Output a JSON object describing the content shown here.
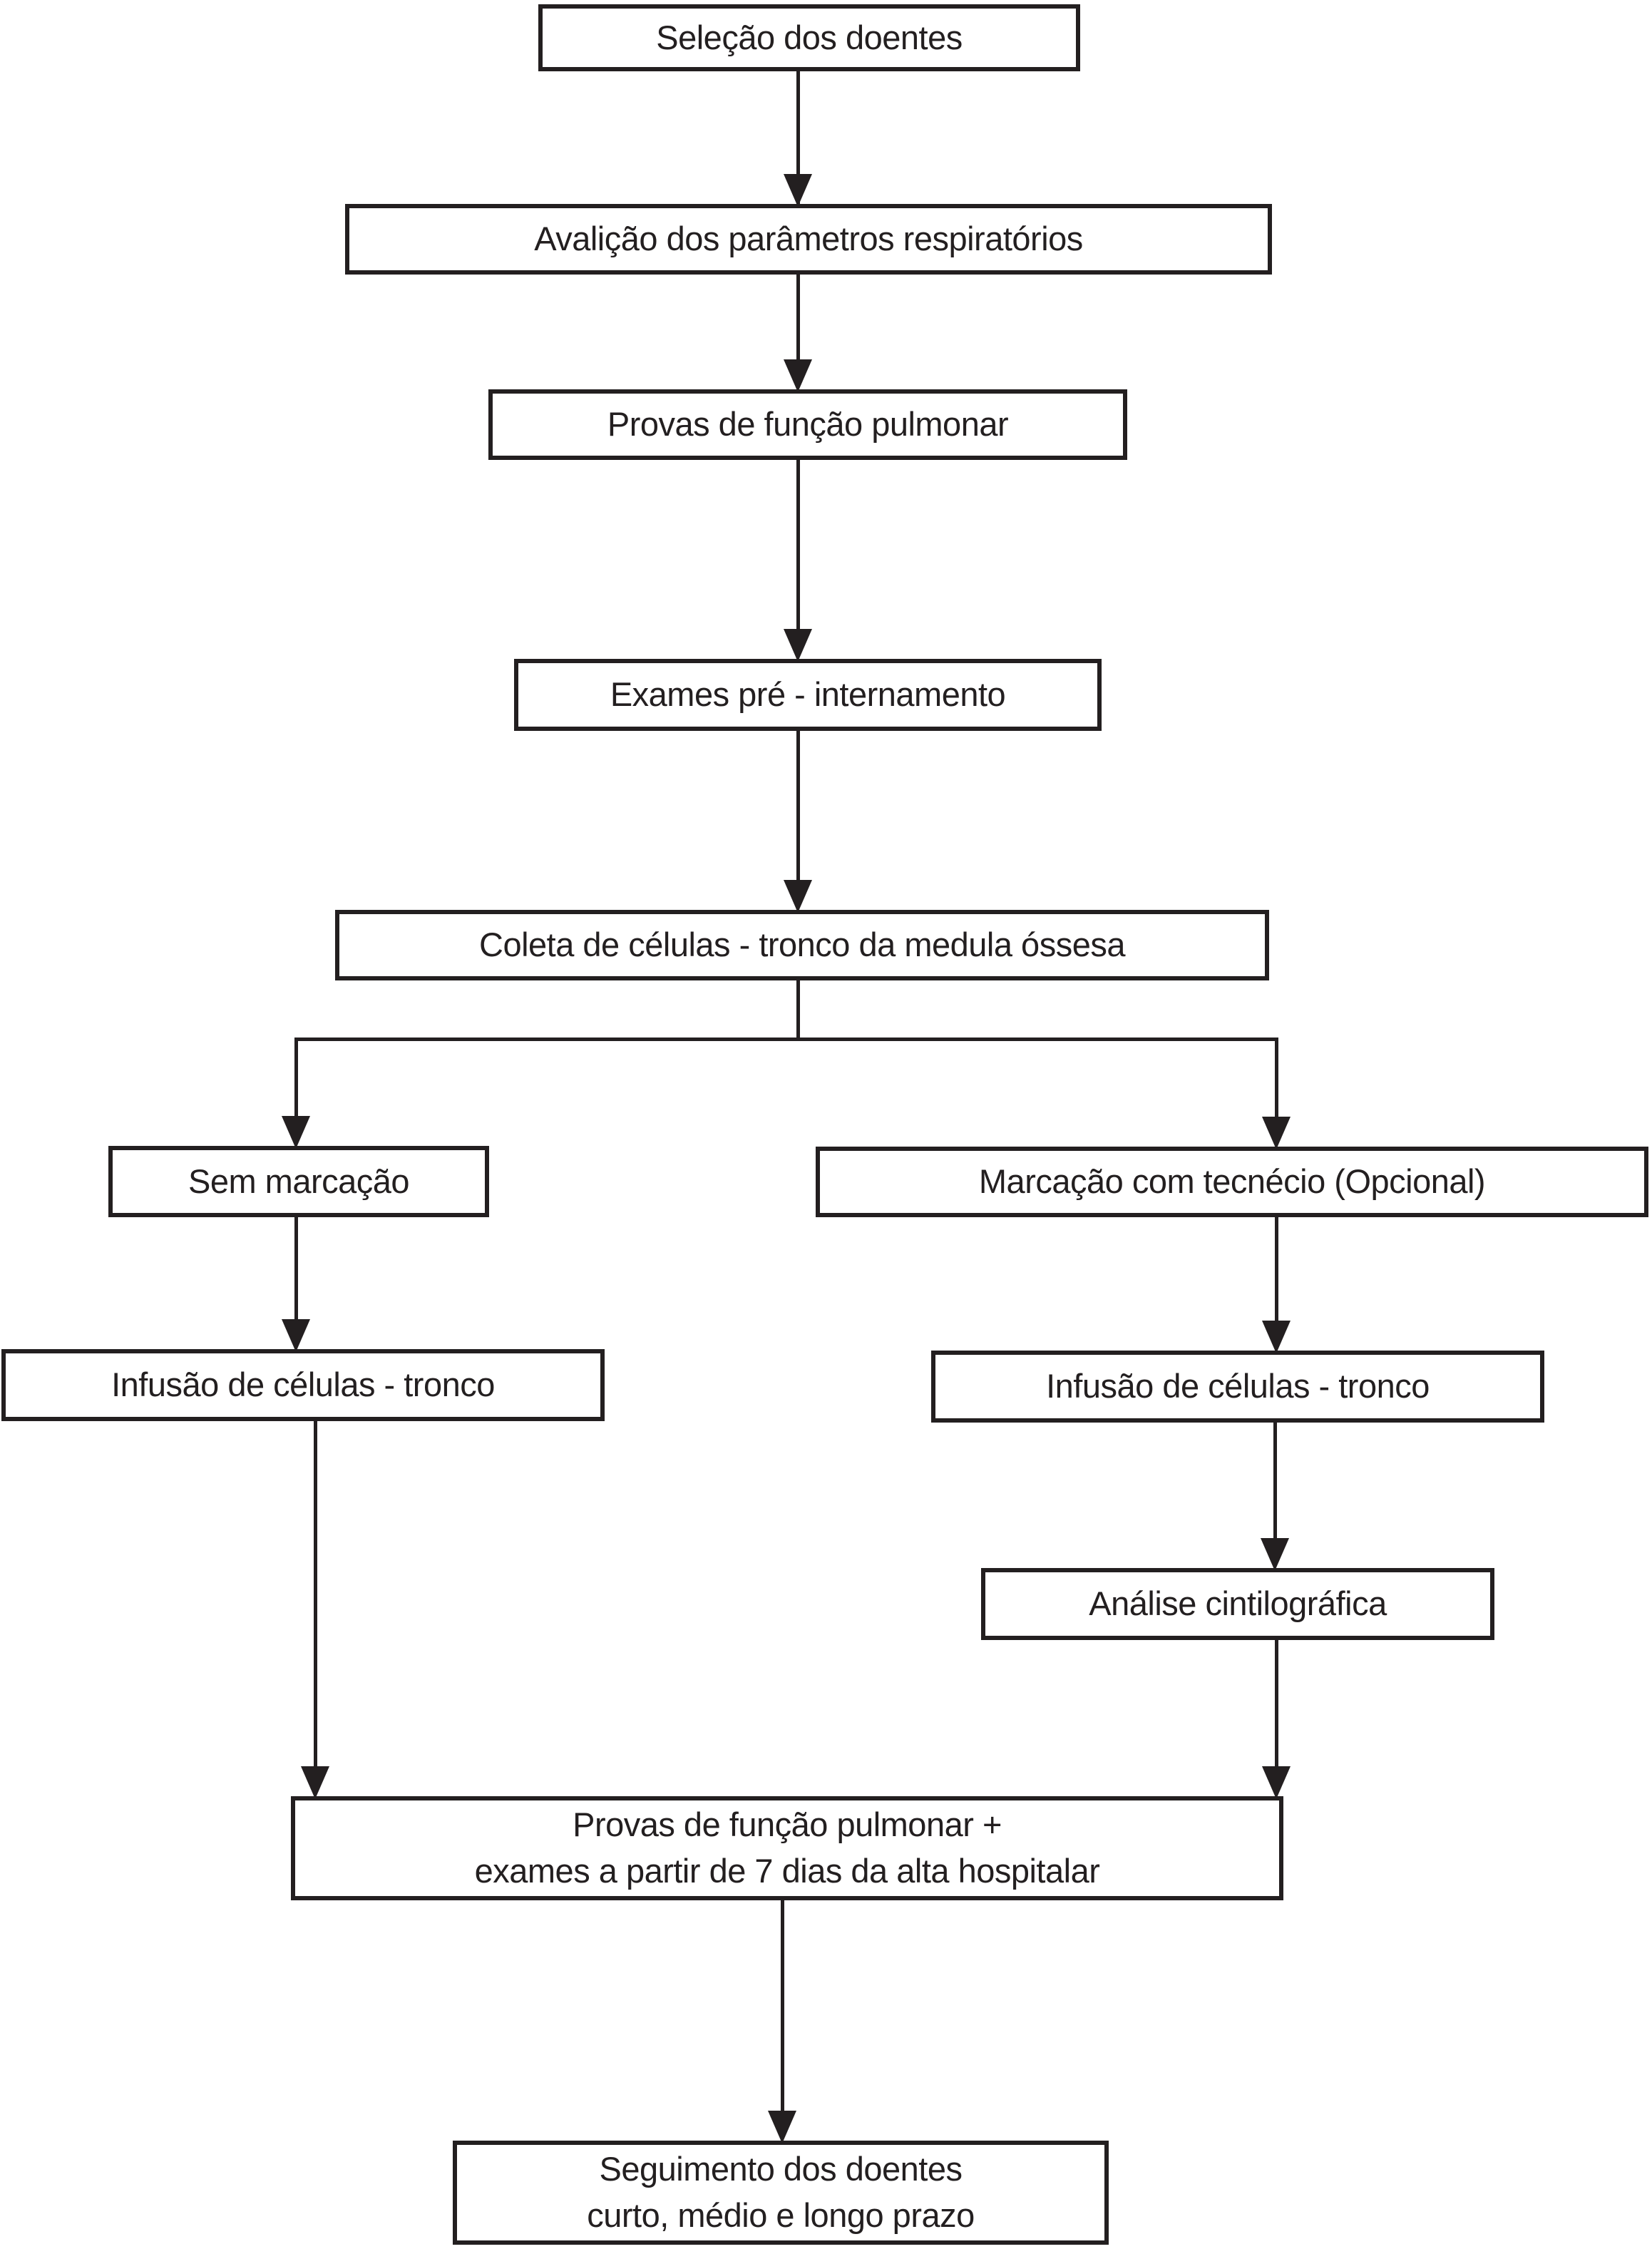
{
  "diagram": {
    "type": "flowchart",
    "language": "pt",
    "nodes": {
      "selecao": {
        "label": "Seleção dos doentes"
      },
      "avaliacao": {
        "label": "Avalição dos parâmetros respiratórios"
      },
      "provas": {
        "label": "Provas de função pulmonar"
      },
      "exames": {
        "label": "Exames pré - internamento"
      },
      "coleta": {
        "label": "Coleta de células - tronco da medula óssesa"
      },
      "sem_marcacao": {
        "label": "Sem marcação"
      },
      "marcacao": {
        "label": "Marcação com tecnécio (Opcional)"
      },
      "infusao_esq": {
        "label": "Infusão de células - tronco"
      },
      "infusao_dir": {
        "label": "Infusão de células - tronco"
      },
      "analise": {
        "label": "Análise cintilográfica"
      },
      "provas_pos": {
        "line1": "Provas de função pulmonar +",
        "line2": "exames a partir de 7 dias da alta hospitalar"
      },
      "seguimento": {
        "line1": "Seguimento dos doentes",
        "line2": "curto, médio e longo prazo"
      }
    },
    "edges": [
      {
        "from": "selecao",
        "to": "avaliacao"
      },
      {
        "from": "avaliacao",
        "to": "provas"
      },
      {
        "from": "provas",
        "to": "exames"
      },
      {
        "from": "exames",
        "to": "coleta"
      },
      {
        "from": "coleta",
        "to": "sem_marcacao"
      },
      {
        "from": "coleta",
        "to": "marcacao"
      },
      {
        "from": "sem_marcacao",
        "to": "infusao_esq"
      },
      {
        "from": "marcacao",
        "to": "infusao_dir"
      },
      {
        "from": "infusao_dir",
        "to": "analise"
      },
      {
        "from": "infusao_esq",
        "to": "provas_pos"
      },
      {
        "from": "analise",
        "to": "provas_pos"
      },
      {
        "from": "provas_pos",
        "to": "seguimento"
      }
    ],
    "colors": {
      "line": "#231f20",
      "box_border": "#231f20",
      "box_fill": "#ffffff",
      "text": "#231f20",
      "background": "#ffffff"
    }
  }
}
